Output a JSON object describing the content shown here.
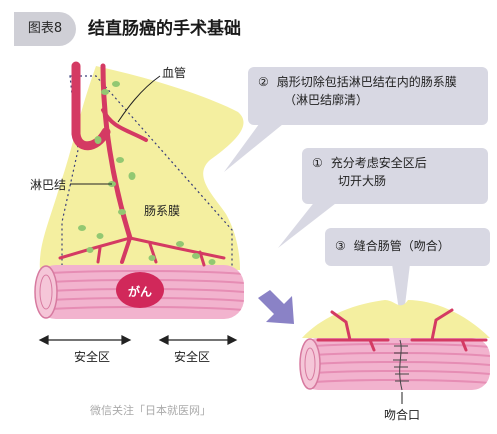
{
  "figure": {
    "badge": "图表8",
    "title": "结直肠癌的手术基础"
  },
  "labels": {
    "vessel": "血管",
    "lymph_node": "淋巴结",
    "mesentery": "肠系膜",
    "cancer": "がん",
    "safe_zone_left": "安全区",
    "safe_zone_right": "安全区",
    "anastomosis_site": "吻合口"
  },
  "callouts": [
    {
      "num": "②",
      "line1": "扇形切除包括淋巴结在内的肠系膜",
      "line2": "（淋巴结廓清）"
    },
    {
      "num": "①",
      "line1": "充分考虑安全区后",
      "line2": "切开大肠"
    },
    {
      "num": "③",
      "line1": "缝合肠管（吻合）"
    }
  ],
  "source": "微信关注「日本就医网」",
  "colors": {
    "mesentery": "#f4efa0",
    "intestine": "#f2b3ce",
    "intestine_stripe": "#e68db4",
    "vessel": "#d43a63",
    "lymph_node": "#92c872",
    "tumor": "#d1285a",
    "callout": "#d8d8e3",
    "arrow": "#8a82c6"
  }
}
